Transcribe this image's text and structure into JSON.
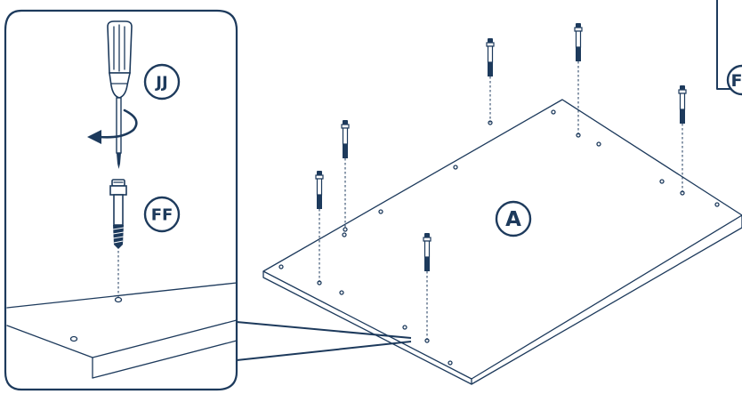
{
  "labels": {
    "screwdriver": "JJ",
    "cam_bolt": "FF",
    "panel": "A",
    "partial_edge_label": "F"
  },
  "colors": {
    "ink": "#1d3a5c",
    "background": "#ffffff"
  },
  "icons": [
    "screwdriver-icon",
    "rotate-arrow-icon",
    "cam-bolt-icon"
  ]
}
